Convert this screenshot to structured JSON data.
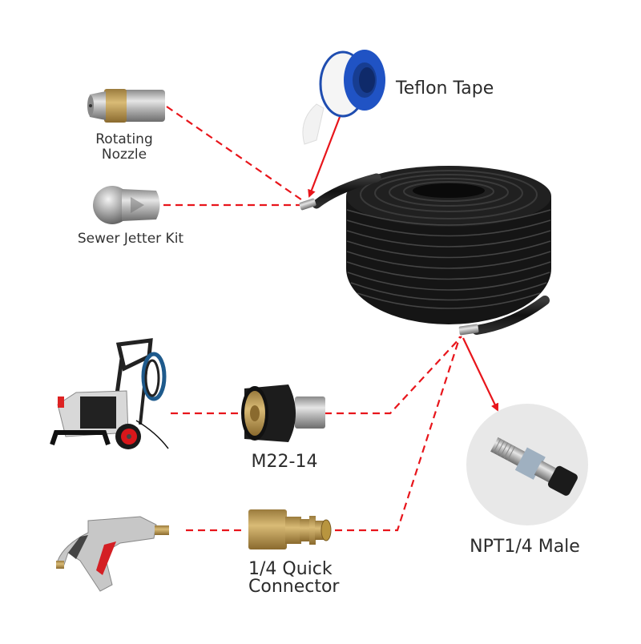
{
  "diagram": {
    "type": "product-accessory-diagram",
    "hub": {
      "name": "High Pressure Sewer Jetter Hose (coiled)",
      "color": "#1a1a1a"
    },
    "accent_color": "#e8151b",
    "items": [
      {
        "id": "rotating-nozzle",
        "label_lines": [
          "Rotating",
          "Nozzle"
        ],
        "connects_to": "hose-top-end",
        "line_style": "dashed"
      },
      {
        "id": "sewer-jetter-kit",
        "label_lines": [
          "Sewer Jetter Kit"
        ],
        "connects_to": "hose-top-end",
        "line_style": "dashed"
      },
      {
        "id": "teflon-tape",
        "label_lines": [
          "Teflon Tape"
        ],
        "connects_to": "hose-top-end",
        "line_style": "solid-arrow"
      },
      {
        "id": "pressure-washer",
        "label_lines": [],
        "connects_to": "m22-14",
        "line_style": "dashed"
      },
      {
        "id": "m22-14",
        "label_lines": [
          "M22-14"
        ],
        "connects_to": "hose-bottom-end",
        "line_style": "dashed"
      },
      {
        "id": "spray-gun",
        "label_lines": [],
        "connects_to": "quick-connector",
        "line_style": "dashed"
      },
      {
        "id": "quick-connector",
        "label_lines": [
          "1/4 Quick",
          "Connector"
        ],
        "connects_to": "hose-bottom-end",
        "line_style": "dashed"
      },
      {
        "id": "npt-male",
        "label_lines": [
          "NPT1/4 Male"
        ],
        "connects_to": "hose-bottom-end",
        "line_style": "solid-arrow"
      }
    ]
  },
  "labels": {
    "rotating_nozzle_1": "Rotating",
    "rotating_nozzle_2": "Nozzle",
    "sewer_jetter_kit": "Sewer Jetter Kit",
    "teflon_tape": "Teflon Tape",
    "m22_14": "M22-14",
    "quick_connector_1": "1/4 Quick",
    "quick_connector_2": "Connector",
    "npt_male": "NPT1/4 Male"
  }
}
